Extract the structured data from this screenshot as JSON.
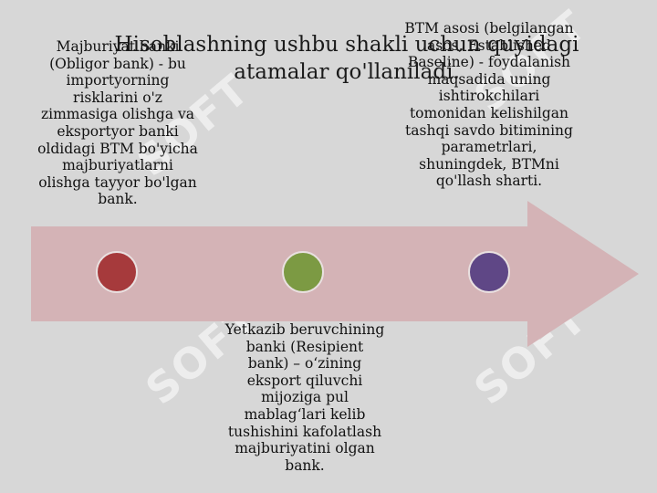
{
  "title": "Hisoblashning ushbu shakli uchun quyidagi atamalar qo'llaniladi.",
  "watermark": "SOFT",
  "colors": {
    "background": "#d7d7d7",
    "arrow": "#d4b3b6",
    "dot_red": "#a63a3c",
    "dot_green": "#7c9a43",
    "dot_purple": "#5f4786"
  },
  "columns": [
    {
      "text": "Majburiyat banki (Obligor bank) - bu importyorning risklarini o'z zimmasiga olishga va eksportyor banki oldidagi BTM bo'yicha majburiyatlarni olishga tayyor bo'lgan bank.",
      "dot_color": "#a63a3c"
    },
    {
      "text": "BTM asosi (belgilangan asos, Established Baseline) - foydalanish maqsadida uning ishtirokchilari tomonidan kelishilgan tashqi savdo bitimining parametrlari, shuningdek, BTMni qo'llash sharti.",
      "dot_color": "#5f4786"
    },
    {
      "text": "Yetkazib beruvchining banki (Resipient bank) – o‘zining eksport qiluvchi mijoziga pul mablag‘lari kelib tushishini kafolatlash majburiyatini olgan bank.",
      "dot_color": "#7c9a43"
    }
  ]
}
